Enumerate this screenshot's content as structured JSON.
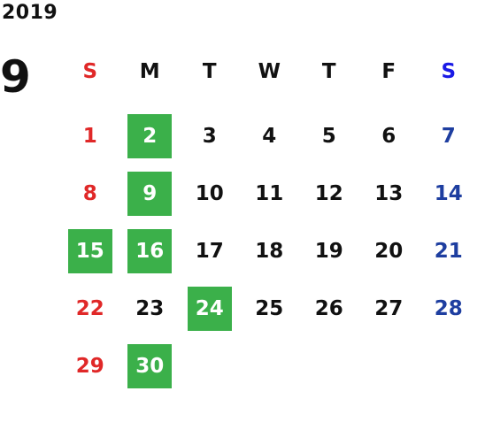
{
  "calendar": {
    "year": "2019",
    "month": "9",
    "weekdays": [
      "S",
      "M",
      "T",
      "W",
      "T",
      "F",
      "S"
    ],
    "start_weekday_index": 0,
    "days": [
      "1",
      "2",
      "3",
      "4",
      "5",
      "6",
      "7",
      "8",
      "9",
      "10",
      "11",
      "12",
      "13",
      "14",
      "15",
      "16",
      "17",
      "18",
      "19",
      "20",
      "21",
      "22",
      "23",
      "24",
      "25",
      "26",
      "27",
      "28",
      "29",
      "30"
    ],
    "highlighted_days": [
      "2",
      "9",
      "15",
      "16",
      "24",
      "30"
    ]
  },
  "colors": {
    "sunday": "#e02828",
    "saturday": "#1e3ea0",
    "saturday_header": "#1a1ae6",
    "highlight": "#3bb04a",
    "text": "#111111"
  }
}
